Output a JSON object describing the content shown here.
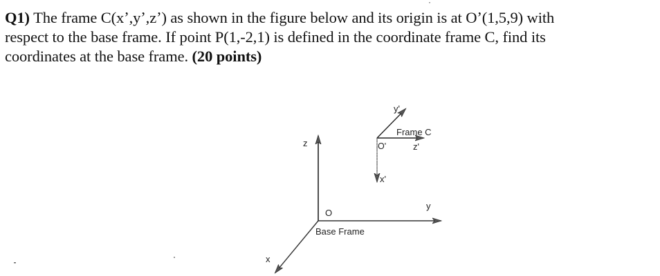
{
  "question": {
    "number_label": "Q1)",
    "line1": " The frame C(xʼ,yʼ,zʼ) as shown in the figure below and its origin is at Oʼ(1,5,9) with",
    "line2": "respect to the base frame. If point P(1,-2,1) is defined in the coordinate frame C, find its",
    "line3_text": "coordinates at the base frame. ",
    "points_label": "(20 points)"
  },
  "figure": {
    "base_frame": {
      "label": "Base Frame",
      "origin_label": "O",
      "axes": {
        "x": "x",
        "y": "y",
        "z": "z"
      }
    },
    "frame_c": {
      "label": "Frame C",
      "origin_label": "O'",
      "origin_coords": [
        1,
        5,
        9
      ],
      "axes": {
        "x": "x'",
        "y": "y'",
        "z": "z'"
      }
    },
    "point_p": [
      1,
      -2,
      1
    ]
  }
}
